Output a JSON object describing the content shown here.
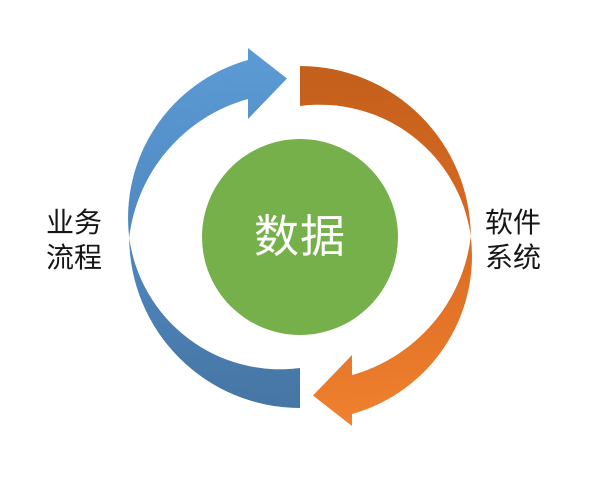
{
  "diagram": {
    "type": "cycle-diagram",
    "center_label": "数据",
    "labels": {
      "left": [
        "业务",
        "流程"
      ],
      "right": [
        "软件",
        "系统"
      ]
    },
    "arrows": {
      "left_arrow_label": "业务流程",
      "right_arrow_label": "软件系统",
      "direction": "clockwise"
    },
    "colors": {
      "background": "#FFFFFF",
      "green_circle": "#76B04B",
      "center_text": "#FFFFFF",
      "label_text": "#161616",
      "blue_dark": "#44739F",
      "blue_mid": "#4F86BE",
      "blue_light": "#5B9BD5",
      "orange_dark": "#C05E1B",
      "orange_mid": "#D96A22",
      "orange_light": "#F0812F"
    }
  }
}
